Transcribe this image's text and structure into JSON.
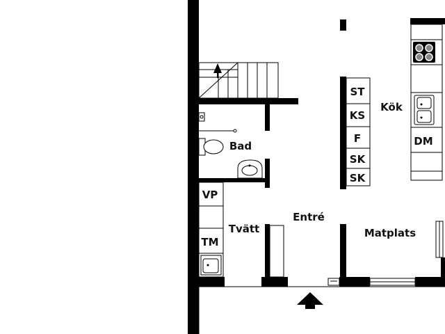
{
  "rooms": {
    "bad": "Bad",
    "entre": "Entré",
    "tvatt": "Tvätt",
    "kok": "Kök",
    "matplats": "Matplats"
  },
  "fixtures": {
    "vp": "VP",
    "tm": "TM",
    "st": "ST",
    "ks": "KS",
    "f": "F",
    "sk1": "SK",
    "sk2": "SK",
    "dm": "DM"
  },
  "icons": {
    "entrance": "arrow-up-icon",
    "stairs": "stair-direction-arrow-icon"
  }
}
